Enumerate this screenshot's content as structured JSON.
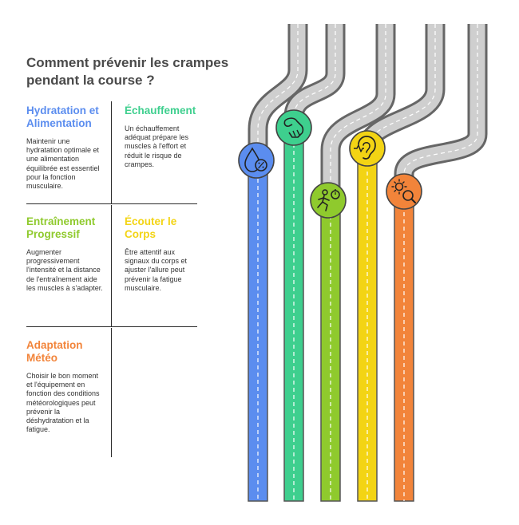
{
  "title": "Comment prévenir les crampes pendant la course ?",
  "items": [
    {
      "heading": "Hydratation et Alimentation",
      "desc": "Maintenir une hydratation optimale et une alimentation équilibrée est essentiel pour la fonction musculaire.",
      "color": "#5b8def",
      "icon": "water-drop-percent-icon"
    },
    {
      "heading": "Échauffement",
      "desc": "Un échauffement adéquat prépare les muscles à l'effort et réduit le risque de crampes.",
      "color": "#3ecf8e",
      "icon": "flexed-arm-icon"
    },
    {
      "heading": "Entraînement Progressif",
      "desc": "Augmenter progressivement l'intensité et la distance de l'entraînement aide les muscles à s'adapter.",
      "color": "#8fca2d",
      "icon": "runner-stopwatch-icon"
    },
    {
      "heading": "Écouter le Corps",
      "desc": "Être attentif aux signaux du corps et ajuster l'allure peut prévenir la fatigue musculaire.",
      "color": "#f3d414",
      "icon": "ear-heartbeat-icon"
    },
    {
      "heading": "Adaptation Météo",
      "desc": "Choisir le bon moment et l'équipement en fonction des conditions météorologiques peut prévenir la déshydratation et la fatigue.",
      "color": "#f2843a",
      "icon": "sun-magnifier-icon"
    }
  ]
}
